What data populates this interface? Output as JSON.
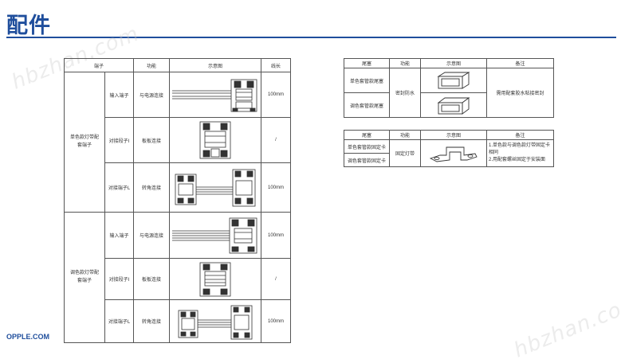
{
  "page": {
    "title": "配件",
    "footer": "OPPLE.COM",
    "watermark": "hbzhan.com"
  },
  "left_table": {
    "headers": [
      "端子",
      "功能",
      "示意图",
      "线长"
    ],
    "groups": [
      {
        "name": "单色款灯带配套端子",
        "rows": [
          {
            "sub": "输入端子",
            "func": "与电源连接",
            "length": "100mm",
            "diagram": "input-terminal"
          },
          {
            "sub": "对接段子I",
            "func": "板板连接",
            "length": "/",
            "diagram": "straight-connector"
          },
          {
            "sub": "对接端子L",
            "func": "转角连接",
            "length": "100mm",
            "diagram": "corner-connector"
          }
        ]
      },
      {
        "name": "调色款灯带配套端子",
        "rows": [
          {
            "sub": "输入端子",
            "func": "与电源连接",
            "length": "100mm",
            "diagram": "input-terminal"
          },
          {
            "sub": "对接段子I",
            "func": "板板连接",
            "length": "/",
            "diagram": "straight-connector"
          },
          {
            "sub": "对接端子L",
            "func": "转角连接",
            "length": "100mm",
            "diagram": "corner-connector"
          }
        ]
      }
    ]
  },
  "end_cap_table": {
    "headers": [
      "尾塞",
      "功能",
      "示意图",
      "备注"
    ],
    "rows": [
      "单色套管款尾塞",
      "调色套管款尾塞"
    ],
    "func": "密封防水",
    "note": "需用配套胶水粘接密封"
  },
  "clip_table": {
    "headers": [
      "尾塞",
      "功能",
      "示意图",
      "备注"
    ],
    "rows": [
      "单色套管款固定卡",
      "调色套管款固定卡"
    ],
    "func": "固定灯带",
    "notes": [
      "1.单色款与调色款灯带固定卡相同",
      "2.用配套螺丝固定于安装面"
    ]
  }
}
